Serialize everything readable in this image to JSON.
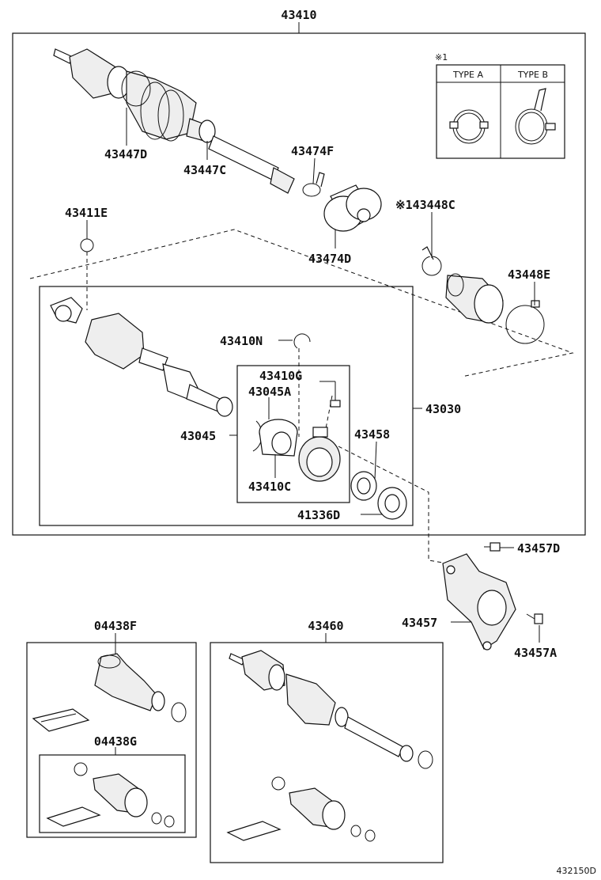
{
  "labels": {
    "p43410": "43410",
    "p43447D": "43447D",
    "p43447C": "43447C",
    "p43474F": "43474F",
    "p43474D": "43474D",
    "p43411E": "43411E",
    "p43448C": "※143448C",
    "p43448E": "43448E",
    "p43410N": "43410N",
    "p43410G": "43410G",
    "p43045A": "43045A",
    "p43045": "43045",
    "p43410C": "43410C",
    "p43458": "43458",
    "p41336D": "41336D",
    "p43030": "43030",
    "p43457D": "43457D",
    "p43457": "43457",
    "p43457A": "43457A",
    "p04438F": "04438F",
    "p04438G": "04438G",
    "p43460": "43460"
  },
  "legend": {
    "note": "※1",
    "type_a": "TYPE A",
    "type_b": "TYPE B"
  },
  "diagram_id": "432150D"
}
